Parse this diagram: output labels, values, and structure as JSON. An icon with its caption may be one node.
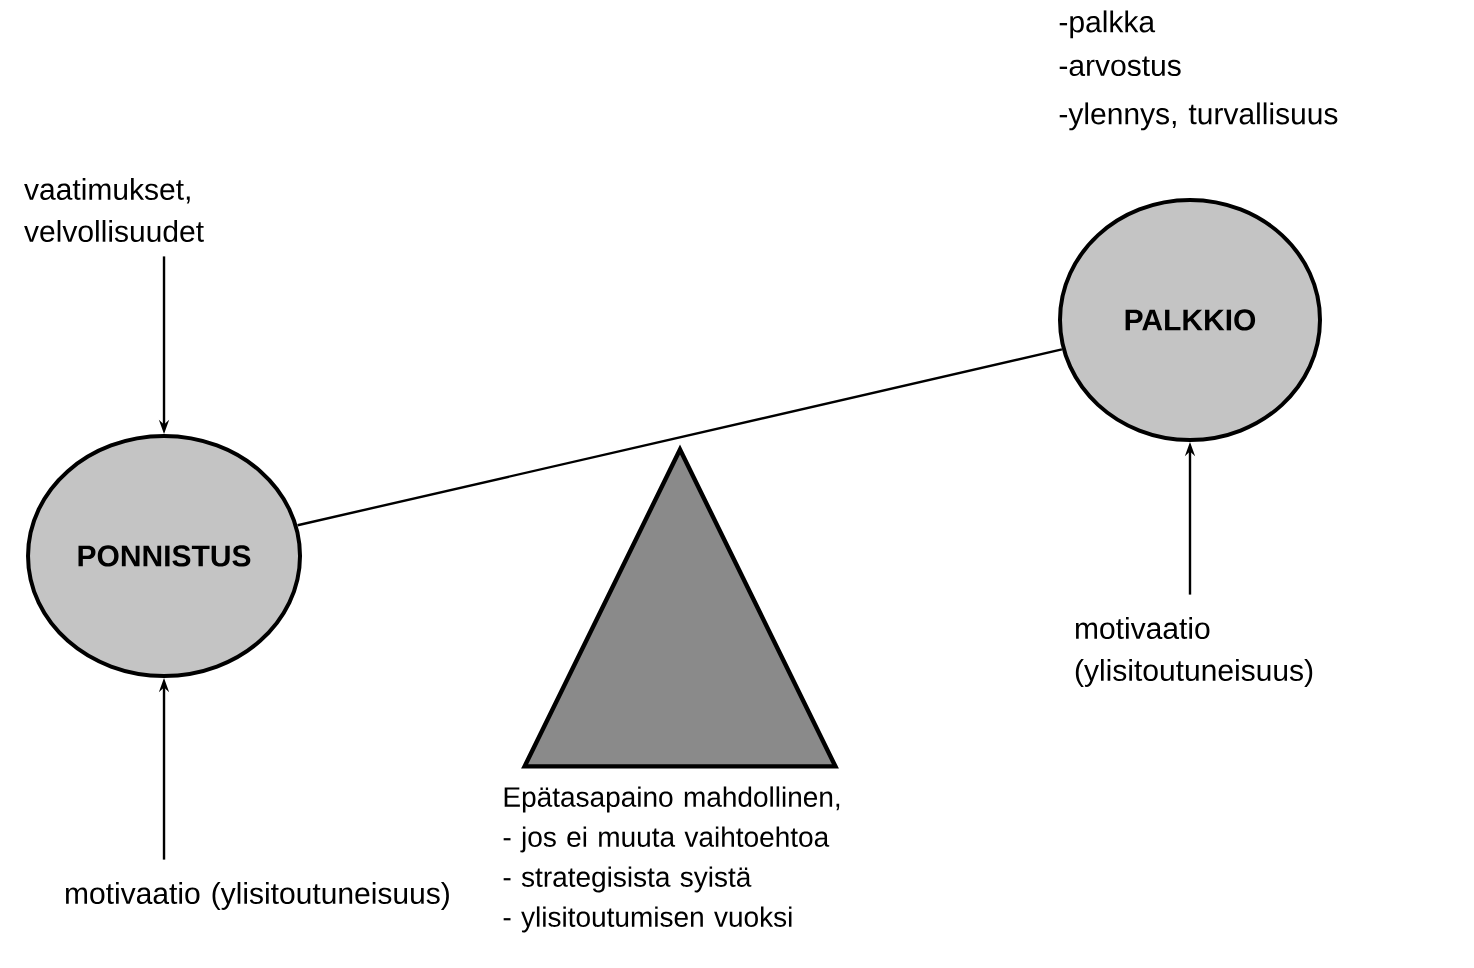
{
  "diagram": {
    "nodes": [
      {
        "text": [
          "PONNISTUS"
        ]
      },
      {
        "text": [
          "PALKKIO"
        ],
        "beside": [
          "-palkka",
          "-arvostus",
          "-ylennys, turvallisuus"
        ]
      },
      {
        "text": [
          "vaatimukset, velvollisuudet"
        ]
      },
      {
        "text": [
          "motivaatio (ylisitoutuneisuus)"
        ]
      },
      {
        "text": [
          "motivaatio (ylisitoutuneisuus)"
        ]
      },
      {
        "text": [],
        "shape": "triangle",
        "beside": [
          "Epätasapaino mahdollinen,",
          "- jos ei muuta vaihtoehtoa",
          "- strategisista syistä",
          "- ylisitoutumisen vuoksi"
        ]
      }
    ],
    "edges": [
      {
        "from": 2,
        "to": 0,
        "arrow": "to"
      },
      {
        "from": 3,
        "to": 0,
        "arrow": "to"
      },
      {
        "from": 4,
        "to": 1,
        "arrow": "to"
      },
      {
        "from": 0,
        "to": 1,
        "arrow": "none"
      }
    ]
  }
}
